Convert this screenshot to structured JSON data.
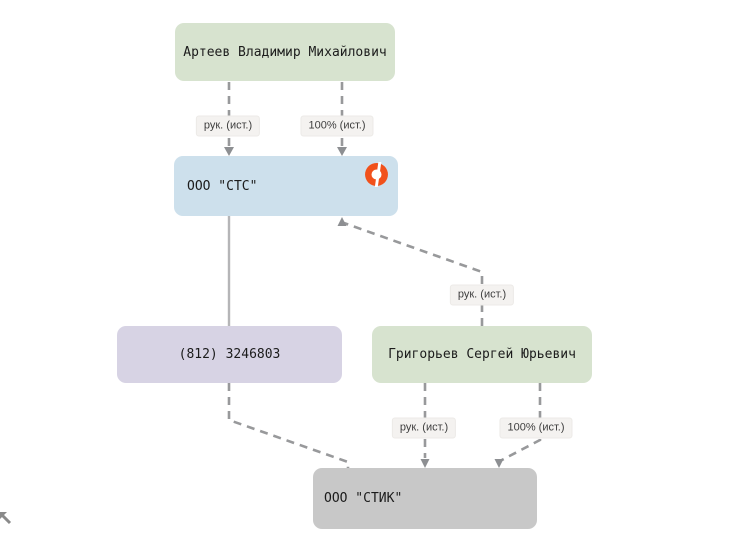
{
  "diagram": {
    "nodes": {
      "arteev": {
        "label": "Артеев Владимир Михайлович",
        "type": "person"
      },
      "sts": {
        "label": "ООО \"СТС\"",
        "type": "company",
        "status_icon": "orange-broken-ring-icon"
      },
      "phone": {
        "label": "(812) 3246803",
        "type": "phone"
      },
      "grigoryev": {
        "label": "Григорьев Сергей Юрьевич",
        "type": "person"
      },
      "stik": {
        "label": "ООО \"СТИК\"",
        "type": "company"
      }
    },
    "edges": [
      {
        "from": "arteev",
        "to": "sts",
        "label": "рук. (ист.)",
        "style": "dashed"
      },
      {
        "from": "arteev",
        "to": "sts",
        "label": "100% (ист.)",
        "style": "dashed"
      },
      {
        "from": "sts",
        "to": "phone",
        "label": "",
        "style": "solid"
      },
      {
        "from": "grigoryev",
        "to": "sts",
        "label": "рук. (ист.)",
        "style": "dashed"
      },
      {
        "from": "phone",
        "to": "stik",
        "label": "",
        "style": "dashed"
      },
      {
        "from": "grigoryev",
        "to": "stik",
        "label": "рук. (ист.)",
        "style": "dashed"
      },
      {
        "from": "grigoryev",
        "to": "stik",
        "label": "100% (ист.)",
        "style": "dashed"
      }
    ],
    "icons": {
      "sts_status": "orange-broken-ring-icon",
      "corner": "expand-diagonal-arrow-icon"
    },
    "colors": {
      "person_bg": "#d7e3cf",
      "company_active_bg": "#cde0ec",
      "phone_bg": "#d7d3e4",
      "company_inactive_bg": "#c8c8c8",
      "edge_dashed": "#98999b",
      "edge_solid": "#b5b5b7",
      "edge_label_bg": "#f4f2f0",
      "status_icon": "#f1511b"
    }
  }
}
